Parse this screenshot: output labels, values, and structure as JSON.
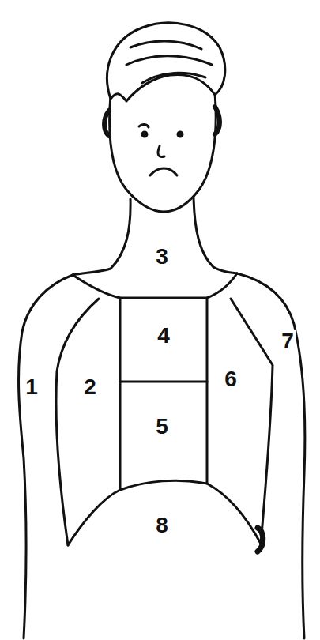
{
  "diagram": {
    "labels": [
      "3",
      "4",
      "7",
      "1",
      "2",
      "6",
      "5",
      "8"
    ]
  }
}
